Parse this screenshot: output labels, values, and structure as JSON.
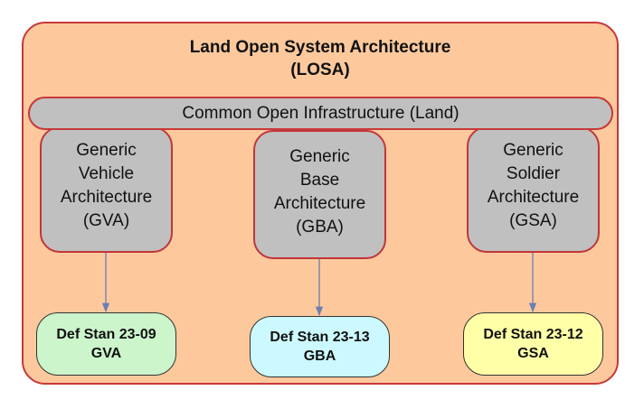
{
  "diagram": {
    "title_line1": "Land Open System Architecture",
    "title_line2": "(LOSA)",
    "infrastructure": "Common Open Infrastructure (Land)",
    "architectures": [
      {
        "lines": [
          "Generic",
          "Vehicle",
          "Architecture",
          "(GVA)"
        ]
      },
      {
        "lines": [
          "Generic",
          "Base",
          "Architecture",
          "(GBA)"
        ]
      },
      {
        "lines": [
          "Generic",
          "Soldier",
          "Architecture",
          "(GSA)"
        ]
      }
    ],
    "standards": [
      {
        "line1": "Def Stan 23-09",
        "line2": "GVA",
        "color": "#CCF5CC"
      },
      {
        "line1": "Def Stan 23-13",
        "line2": "GBA",
        "color": "#CCF9FF"
      },
      {
        "line1": "Def Stan 23-12",
        "line2": "GSA",
        "color": "#FFFFA8"
      }
    ],
    "colors": {
      "container_bg": "#FDC99C",
      "border": "#C8383A",
      "box_gray": "#C0C0C0",
      "arrow": "#6A7FB0"
    }
  }
}
